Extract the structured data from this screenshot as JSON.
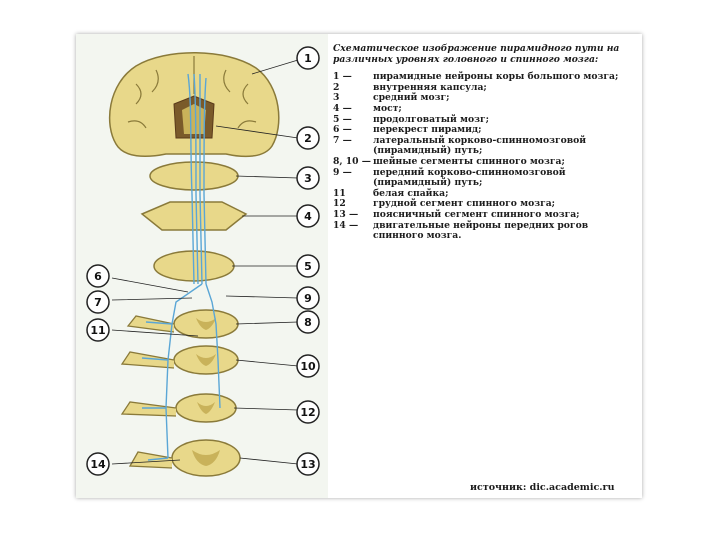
{
  "caption": {
    "title": "Схематическое изображение пирамидного пути на различных уровнях головного и спинного мозга:",
    "items": [
      {
        "num": "1 —",
        "text": "пирамидные нейроны коры большого мозга;"
      },
      {
        "num": "2",
        "text": "внутренняя капсула;"
      },
      {
        "num": "3",
        "text": "средний мозг;"
      },
      {
        "num": "4 —",
        "text": "мост;"
      },
      {
        "num": "5 —",
        "text": "продолговатый мозг;"
      },
      {
        "num": "6 —",
        "text": "перекрест пирамид;"
      },
      {
        "num": "7 —",
        "text": "латеральный корково-спинномозговой (пирамидный) путь;"
      },
      {
        "num": "8, 10 —",
        "text": "шейные сегменты спинного мозга;"
      },
      {
        "num": "9 —",
        "text": "передний корково-спинномозговой (пирамидный) путь;"
      },
      {
        "num": "11",
        "text": "белая спайка;"
      },
      {
        "num": "12",
        "text": "грудной сегмент спинного мозга;"
      },
      {
        "num": "13 —",
        "text": "поясничный сегмент спинного мозга;"
      },
      {
        "num": "14 —",
        "text": "двигательные нейроны передних рогов спинного мозга."
      }
    ]
  },
  "source": "источник: dic.academic.ru",
  "labels": [
    "1",
    "2",
    "3",
    "4",
    "5",
    "6",
    "7",
    "9",
    "8",
    "11",
    "10",
    "12",
    "14",
    "13"
  ],
  "colors": {
    "tissue": "#e8d88a",
    "tissue_stroke": "#8a7a3a",
    "tract": "#5aa6d6",
    "gray_matter": "#c9b25a",
    "ventricle": "#7a5a2a"
  }
}
